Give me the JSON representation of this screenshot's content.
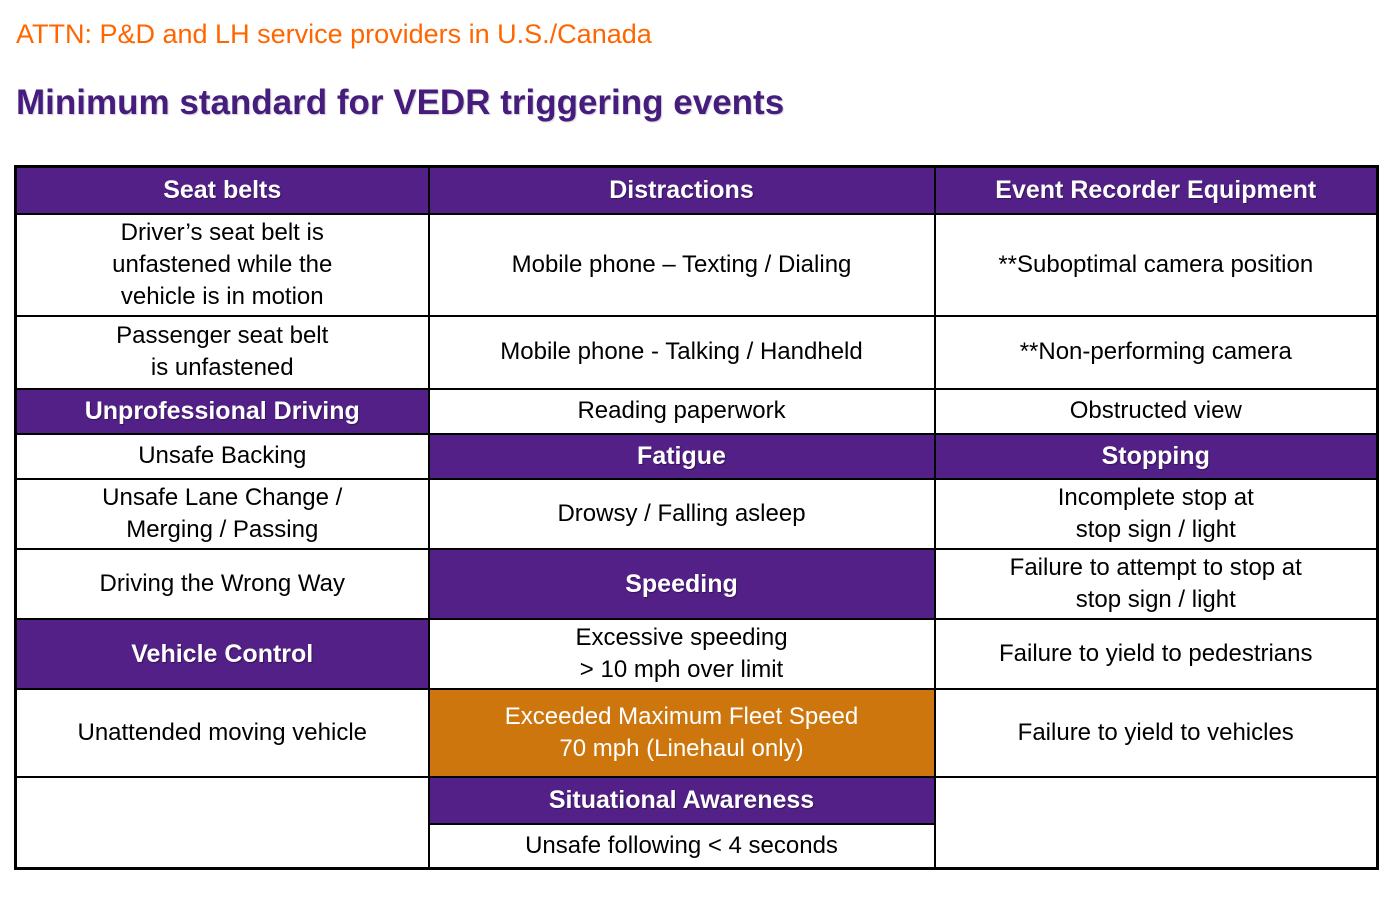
{
  "page": {
    "attn_line": "ATTN: P&D and LH service providers in U.S./Canada",
    "title": "Minimum standard for VEDR triggering events"
  },
  "colors": {
    "attn_orange": "#FF6600",
    "title_purple": "#461D7C",
    "header_purple_bg": "#522087",
    "highlight_orange_bg": "#CE760E",
    "border": "#000000",
    "header_text": "#FFFFFF",
    "body_text": "#000000"
  },
  "table": {
    "rows": [
      {
        "cells": [
          {
            "text": "Seat belts"
          },
          {
            "text": "Distractions"
          },
          {
            "text": "Event Recorder Equipment"
          }
        ]
      },
      {
        "cells": [
          {
            "text": "Driver’s seat belt is\nunfastened while the\nvehicle is in motion"
          },
          {
            "text": "Mobile phone – Texting / Dialing"
          },
          {
            "text": "**Suboptimal camera position"
          }
        ]
      },
      {
        "cells": [
          {
            "text": "Passenger seat belt\nis unfastened"
          },
          {
            "text": "Mobile phone - Talking / Handheld"
          },
          {
            "text": "**Non-performing camera"
          }
        ]
      },
      {
        "cells": [
          {
            "text": "Unprofessional Driving"
          },
          {
            "text": "Reading paperwork"
          },
          {
            "text": "Obstructed view"
          }
        ]
      },
      {
        "cells": [
          {
            "text": "Unsafe Backing"
          },
          {
            "text": "Fatigue"
          },
          {
            "text": "Stopping"
          }
        ]
      },
      {
        "cells": [
          {
            "text": "Unsafe Lane Change /\nMerging / Passing"
          },
          {
            "text": "Drowsy / Falling asleep"
          },
          {
            "text": "Incomplete stop at\nstop sign / light"
          }
        ]
      },
      {
        "cells": [
          {
            "text": "Driving the Wrong Way"
          },
          {
            "text": "Speeding"
          },
          {
            "text": "Failure to attempt to stop at\nstop sign / light"
          }
        ]
      },
      {
        "cells": [
          {
            "text": "Vehicle Control"
          },
          {
            "text": "Excessive speeding\n> 10 mph over limit"
          },
          {
            "text": "Failure to yield to pedestrians"
          }
        ]
      },
      {
        "cells": [
          {
            "text": "Unattended moving vehicle"
          },
          {
            "text": "Exceeded Maximum Fleet Speed\n70 mph (Linehaul only)"
          },
          {
            "text": "Failure to yield to vehicles"
          }
        ]
      },
      {
        "cells": [
          {
            "text": ""
          },
          {
            "text": "Situational Awareness"
          },
          {
            "text": ""
          }
        ]
      },
      {
        "cells": [
          {
            "text": "Unsafe following < 4 seconds"
          }
        ]
      }
    ]
  }
}
